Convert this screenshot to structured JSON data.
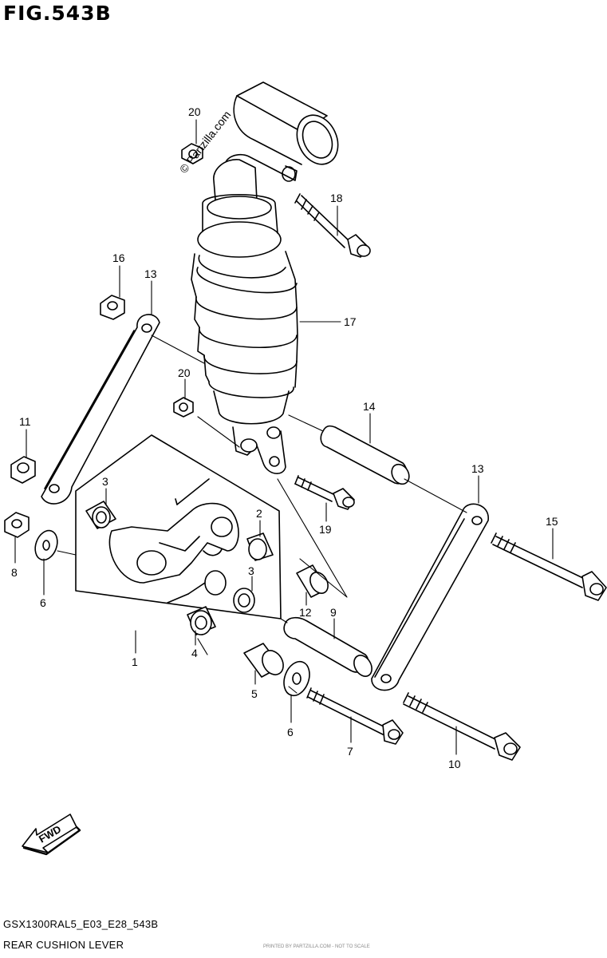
{
  "figure": {
    "title": "FIG.543B",
    "watermark": "© Partzilla.com",
    "fwd_label": "FWD",
    "model_code": "GSX1300RAL5_E03_E28_543B",
    "section_name": "REAR CUSHION LEVER",
    "fine_print": "PRINTED BY PARTZILLA.COM - NOT TO SCALE"
  },
  "callouts": {
    "c20a": "20",
    "c18": "18",
    "c16": "16",
    "c13a": "13",
    "c17": "17",
    "c20b": "20",
    "c11": "11",
    "c14": "14",
    "c3a": "3",
    "c2": "2",
    "c13b": "13",
    "c15": "15",
    "c8": "8",
    "c6a": "6",
    "c3b": "3",
    "c19": "19",
    "c12": "12",
    "c9": "9",
    "c1": "1",
    "c4": "4",
    "c5": "5",
    "c6b": "6",
    "c7": "7",
    "c10": "10"
  },
  "colors": {
    "line": "#000000",
    "background": "#ffffff"
  }
}
